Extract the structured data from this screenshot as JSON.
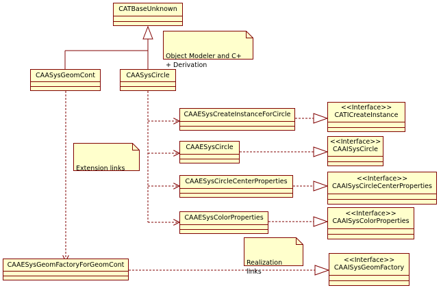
{
  "colors": {
    "border": "#800000",
    "fill": "#ffffcc",
    "background": "#ffffff"
  },
  "classes": {
    "cat_base_unknown": "CATBaseUnknown",
    "geom_cont": "CAASysGeomCont",
    "circle": "CAASysCircle",
    "create_instance_ext": "CAAESysCreateInstanceForCircle",
    "circle_ext": "CAAESysCircle",
    "center_props_ext": "CAAESysCircleCenterProperties",
    "color_props_ext": "CAAESysColorProperties",
    "factory_ext": "CAAESysGeomFactoryForGeomCont"
  },
  "interfaces": {
    "stereotype": "<<Interface>>",
    "create_instance": "CATICreateInstance",
    "circle": "CAAISysCircle",
    "center_props": "CAAISysCircleCenterProperties",
    "color_props": "CAAISysColorProperties",
    "geom_factory": "CAAISysGeomFactory"
  },
  "notes": {
    "derivation": "Object Modeler and C+\n+ Derivation",
    "extension": "Extension links",
    "realization": "Realization\nlinks"
  }
}
